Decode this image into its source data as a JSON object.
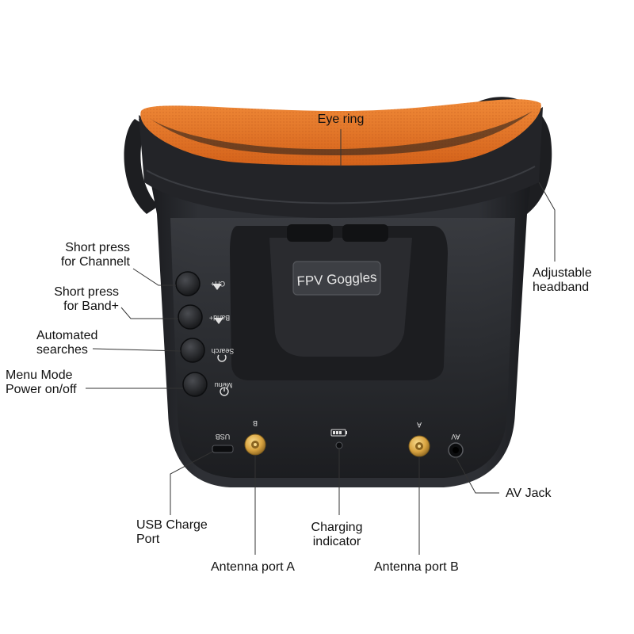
{
  "device": {
    "badge": "FPV Goggles",
    "buttons": {
      "ch_label": "CH+",
      "band_label": "Band+",
      "search_label": "Search",
      "menu_label": "Menu"
    },
    "ports": {
      "usb_label": "USB",
      "antenna_b_label": "B",
      "antenna_a_label": "A",
      "av_label": "AV"
    }
  },
  "callouts": {
    "eye_ring": "Eye ring",
    "headband": [
      "Adjustable",
      "headband"
    ],
    "channel": [
      "Short press",
      "for Channelt"
    ],
    "band": [
      "Short press",
      "for Band+"
    ],
    "search": [
      "Automated",
      "searches"
    ],
    "menu": [
      "Menu Mode",
      "Power on/off"
    ],
    "usb": [
      "USB Charge",
      "Port"
    ],
    "charging": [
      "Charging",
      "indicator"
    ],
    "antenna_a": "Antenna port A",
    "antenna_b": "Antenna port B",
    "av_jack": "AV Jack"
  },
  "colors": {
    "body": "#2a2c30",
    "body_dark": "#1b1c1f",
    "eye_ring": "#e8731f",
    "gold": "#d9a441",
    "leader": "#333333"
  }
}
